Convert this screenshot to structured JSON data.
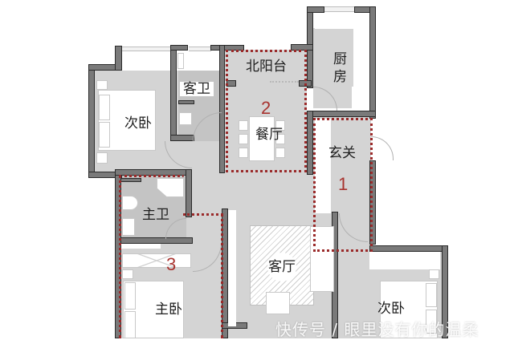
{
  "floorplan": {
    "rooms": {
      "second_bedroom_nw": "次卧",
      "guest_bathroom": "客卫",
      "north_balcony": "北阳台",
      "kitchen_line1": "厨",
      "kitchen_line2": "房",
      "dining_room": "餐厅",
      "foyer": "玄关",
      "master_bathroom": "主卫",
      "living_room": "客厅",
      "master_bedroom": "主卧",
      "second_bedroom_se": "次卧"
    },
    "zones": [
      {
        "number": "1",
        "area": "玄关"
      },
      {
        "number": "2",
        "area": "北阳台 / 餐厅"
      },
      {
        "number": "3",
        "area": "主卫 / 主卧"
      }
    ],
    "colors": {
      "zone_outline": "#9a2a2a",
      "zone_number": "#a8332f",
      "wall": "#7a7a7a",
      "floor": "#d4d4d4"
    }
  },
  "watermark": "快传号 / 眼里没有你的温柔"
}
